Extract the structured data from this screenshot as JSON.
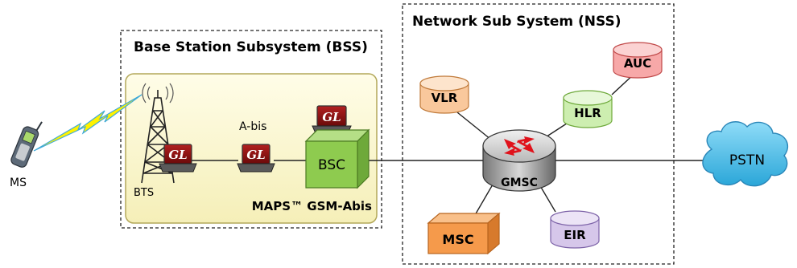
{
  "bss": {
    "title": "Base Station Subsystem (BSS)",
    "product_label": "MAPS™ GSM-Abis",
    "fill_color": "#fbf8d2"
  },
  "nss": {
    "title": "Network Sub System (NSS)"
  },
  "ms": {
    "label": "MS",
    "icon": "mobile-phone-icon"
  },
  "bts": {
    "label": "BTS",
    "icon": "antenna-tower-icon"
  },
  "abis": {
    "label": "A-bis"
  },
  "laptop_badge": "GL",
  "bsc": {
    "label": "BSC",
    "color": "#8ecb4f"
  },
  "gmsc": {
    "label": "GMSC",
    "icon": "router-icon"
  },
  "pstn": {
    "label": "PSTN",
    "icon": "cloud-icon",
    "color": "#58c6ee"
  },
  "databases": {
    "vlr": {
      "label": "VLR",
      "color": "#f9c89c"
    },
    "hlr": {
      "label": "HLR",
      "color": "#cdeeb0"
    },
    "auc": {
      "label": "AUC",
      "color": "#f7a8a8"
    },
    "eir": {
      "label": "EIR",
      "color": "#d6c7ea"
    }
  },
  "msc": {
    "label": "MSC",
    "color": "#f59a4b"
  }
}
